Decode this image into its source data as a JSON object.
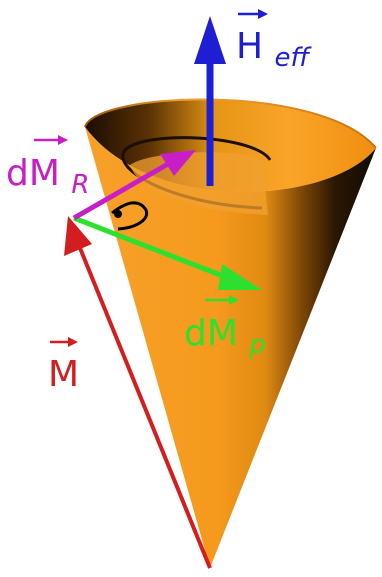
{
  "labels": {
    "heff_base": "H",
    "heff_sub": "eff",
    "dmr_base": "dM",
    "dmr_sub": "R",
    "dmp_base": "dM",
    "dmp_sub": "p",
    "m_base": "M"
  },
  "colors": {
    "cone_outer": "#F59A1C",
    "cone_dark": "#1A0E04",
    "heff": "#1E1ED2",
    "dmr": "#C81EC8",
    "dmp": "#2EE02E",
    "m": "#D21E1E",
    "right_angle_mark": "#000000"
  },
  "icons": [
    "vector-arrow-overline",
    "right-angle-mark"
  ]
}
